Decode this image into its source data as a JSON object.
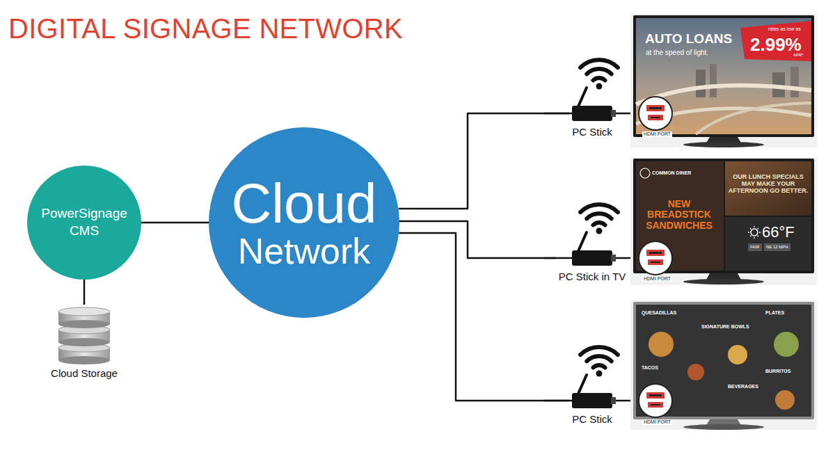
{
  "diagram": {
    "title": "DIGITAL SIGNAGE NETWORK",
    "nodes": [
      {
        "text": [
          "PowerSignage CMS"
        ]
      },
      {
        "text": [
          "Cloud Storage"
        ]
      },
      {
        "text": [
          "Cloud",
          "Network"
        ]
      },
      {
        "text": [
          "PC Stick"
        ]
      },
      {
        "text": [
          "PC Stick in TV"
        ]
      },
      {
        "text": [
          "PC Stick"
        ]
      }
    ],
    "edges": [
      {
        "from": 0,
        "to": 2,
        "arrow": "none"
      },
      {
        "from": 0,
        "to": 1,
        "arrow": "none"
      },
      {
        "from": 2,
        "to": 3,
        "arrow": "none"
      },
      {
        "from": 2,
        "to": 4,
        "arrow": "none"
      },
      {
        "from": 2,
        "to": 5,
        "arrow": "none"
      }
    ],
    "labels": [
      "AUTO LOANS",
      "at the speed of light.",
      "rates as low as",
      "2.99%",
      "APR*",
      "HDMI PORT",
      "COMMON DINER",
      "NEW BREADSTICK SANDWICHES",
      "OUR LUNCH SPECIALS MAY MAKE YOUR AFTERNOON GO BETTER.",
      "66°F",
      "FAIR",
      "NE 12 MPH",
      "HDMI PORT",
      "QUESADILLAS",
      "SIGNATURE BOWLS",
      "PLATES",
      "TACOS",
      "BEVERAGES",
      "BURRITOS",
      "HDMI PORT"
    ]
  }
}
